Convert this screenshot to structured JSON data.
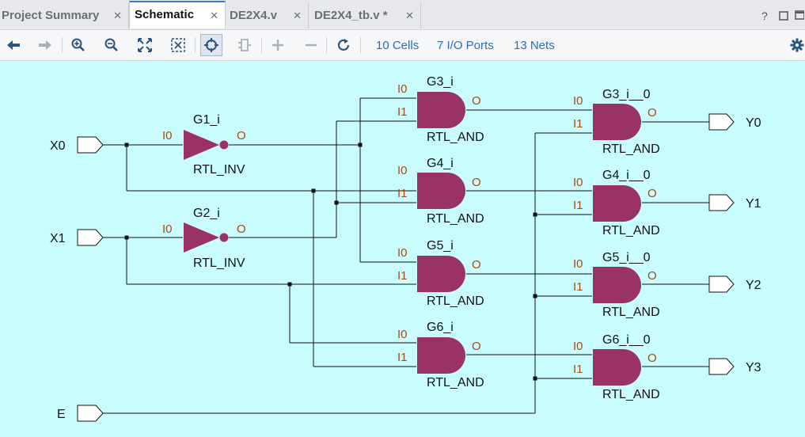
{
  "tabs": [
    {
      "label": "Project Summary",
      "active": false
    },
    {
      "label": "Schematic",
      "active": true
    },
    {
      "label": "DE2X4.v",
      "active": false
    },
    {
      "label": "DE2X4_tb.v *",
      "active": false
    }
  ],
  "toolbar": {
    "cells_label": "10 Cells",
    "ports_label": "7 I/O Ports",
    "nets_label": "13 Nets"
  },
  "colors": {
    "canvas_bg": "#c9fdfd",
    "gate": "#993366",
    "pin_label": "#a94a12",
    "link": "#2b6cb7"
  },
  "schematic": {
    "inputs": [
      "X0",
      "X1",
      "E"
    ],
    "outputs": [
      "Y0",
      "Y1",
      "Y2",
      "Y3"
    ],
    "inverters": [
      {
        "name": "G1_i",
        "type": "RTL_INV",
        "in_pin": "I0",
        "out_pin": "O"
      },
      {
        "name": "G2_i",
        "type": "RTL_INV",
        "in_pin": "I0",
        "out_pin": "O"
      }
    ],
    "and_gates_stage1": [
      {
        "name": "G3_i",
        "type": "RTL_AND",
        "pins": [
          "I0",
          "I1"
        ],
        "out_pin": "O"
      },
      {
        "name": "G4_i",
        "type": "RTL_AND",
        "pins": [
          "I0",
          "I1"
        ],
        "out_pin": "O"
      },
      {
        "name": "G5_i",
        "type": "RTL_AND",
        "pins": [
          "I0",
          "I1"
        ],
        "out_pin": "O"
      },
      {
        "name": "G6_i",
        "type": "RTL_AND",
        "pins": [
          "I0",
          "I1"
        ],
        "out_pin": "O"
      }
    ],
    "and_gates_stage2": [
      {
        "name": "G3_i__0",
        "type": "RTL_AND",
        "pins": [
          "I0",
          "I1"
        ],
        "out_pin": "O"
      },
      {
        "name": "G4_i__0",
        "type": "RTL_AND",
        "pins": [
          "I0",
          "I1"
        ],
        "out_pin": "O"
      },
      {
        "name": "G5_i__0",
        "type": "RTL_AND",
        "pins": [
          "I0",
          "I1"
        ],
        "out_pin": "O"
      },
      {
        "name": "G6_i__0",
        "type": "RTL_AND",
        "pins": [
          "I0",
          "I1"
        ],
        "out_pin": "O"
      }
    ]
  }
}
